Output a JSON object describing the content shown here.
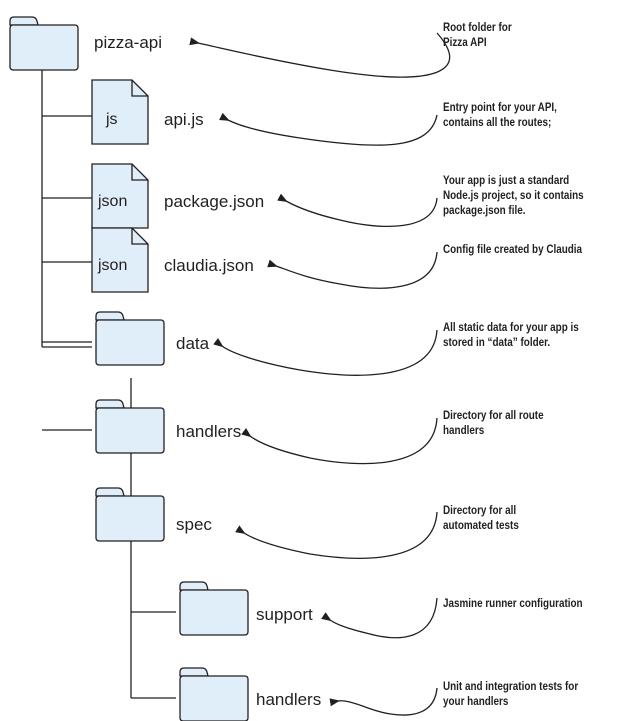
{
  "colors": {
    "fill": "#dfeef9",
    "stroke": "#231f20",
    "line": "#231f20"
  },
  "tree": {
    "root": {
      "label": "pizza-api",
      "icon": "folder-icon",
      "annotation": "Root folder for\nPizza API"
    },
    "children": [
      {
        "label": "api.js",
        "icon": "file-icon",
        "badge": "js",
        "annotation": "Entry point for your API,\ncontains all the routes;"
      },
      {
        "label": "package.json",
        "icon": "file-icon",
        "badge": "json",
        "annotation": "Your app is just a standard\nNode.js project, so it contains\npackage.json file."
      },
      {
        "label": "claudia.json",
        "icon": "file-icon",
        "badge": "json",
        "annotation": "Config file created by Claudia"
      },
      {
        "label": "data",
        "icon": "folder-icon",
        "annotation": "All static data for your app is\nstored in “data” folder."
      },
      {
        "label": "handlers",
        "icon": "folder-icon",
        "annotation": "Directory for all route\nhandlers"
      },
      {
        "label": "spec",
        "icon": "folder-icon",
        "annotation": "Directory for all\nautomated tests"
      }
    ],
    "spec_children": [
      {
        "label": "support",
        "icon": "folder-icon",
        "annotation": "Jasmine runner configuration"
      },
      {
        "label": "handlers",
        "icon": "folder-icon",
        "annotation": "Unit and integration tests for\nyour handlers"
      }
    ]
  }
}
